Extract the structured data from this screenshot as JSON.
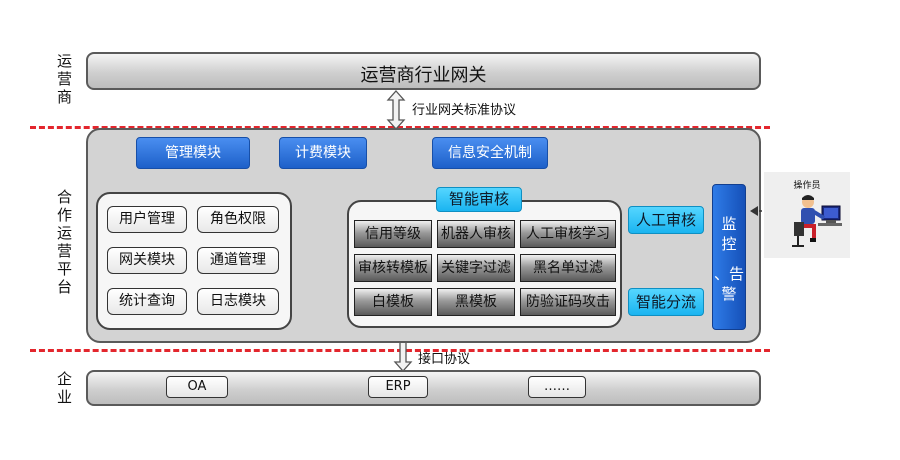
{
  "layers": {
    "carrier": "运营商",
    "platform": "合作运营平台",
    "enterprise": "企业"
  },
  "carrier_gateway": "运营商行业网关",
  "protocol_top": "行业网关标准协议",
  "protocol_bottom": "接口协议",
  "top_modules": [
    "管理模块",
    "计费模块",
    "信息安全机制"
  ],
  "left_modules": [
    "用户管理",
    "角色权限",
    "网关模块",
    "通道管理",
    "统计查询",
    "日志模块"
  ],
  "smart_review": {
    "title": "智能审核",
    "cells": [
      "信用等级",
      "机器人审核",
      "人工审核学习",
      "审核转模板",
      "关键字过滤",
      "黑名单过滤",
      "白模板",
      "黑模板",
      "防验证码攻击"
    ]
  },
  "manual_review": "人工审核",
  "smart_split": "智能分流",
  "monitor": {
    "line1": "监",
    "line2": "控",
    "line3": "、告",
    "line4": "警"
  },
  "operator_label": "操作员",
  "enterprise_systems": [
    "OA",
    "ERP",
    "……"
  ],
  "colors": {
    "accent_blue": "#1d60c9",
    "accent_cyan": "#1ab4f0",
    "dash_red": "#e3262d"
  }
}
